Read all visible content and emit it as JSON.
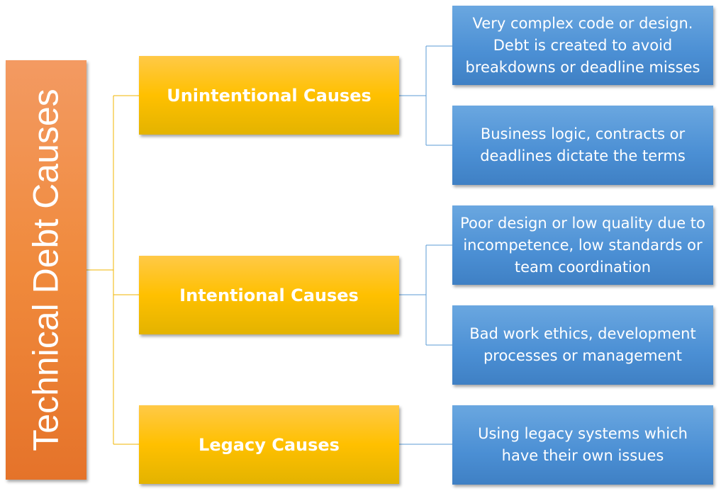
{
  "root": {
    "label": "Technical Debt Causes",
    "color": "#f08a3c"
  },
  "categories": [
    {
      "label": "Unintentional Causes",
      "items": [
        "Very complex code or design. Debt is created to avoid breakdowns or deadline misses",
        "Business logic, contracts or deadlines dictate the terms"
      ]
    },
    {
      "label": "Intentional Causes",
      "items": [
        "Poor design or low quality due to incompetence, low standards or team coordination",
        "Bad work ethics, development processes or management"
      ]
    },
    {
      "label": "Legacy Causes",
      "items": [
        "Using legacy systems which have their own issues"
      ]
    }
  ],
  "colors": {
    "category": "#ffc000",
    "leaf": "#4b8fd4"
  }
}
